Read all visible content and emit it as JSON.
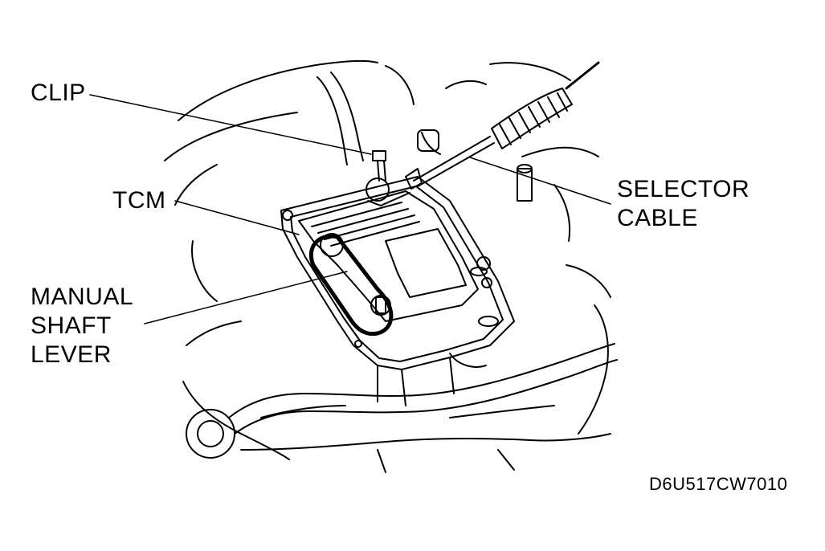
{
  "labels": {
    "clip": "CLIP",
    "tcm": "TCM",
    "manual_shaft_lever": [
      "MANUAL",
      "SHAFT",
      "LEVER"
    ],
    "selector_cable": [
      "SELECTOR",
      "CABLE"
    ]
  },
  "figure_code": "D6U517CW7010",
  "colors": {
    "ink": "#000000",
    "paper": "#ffffff"
  }
}
